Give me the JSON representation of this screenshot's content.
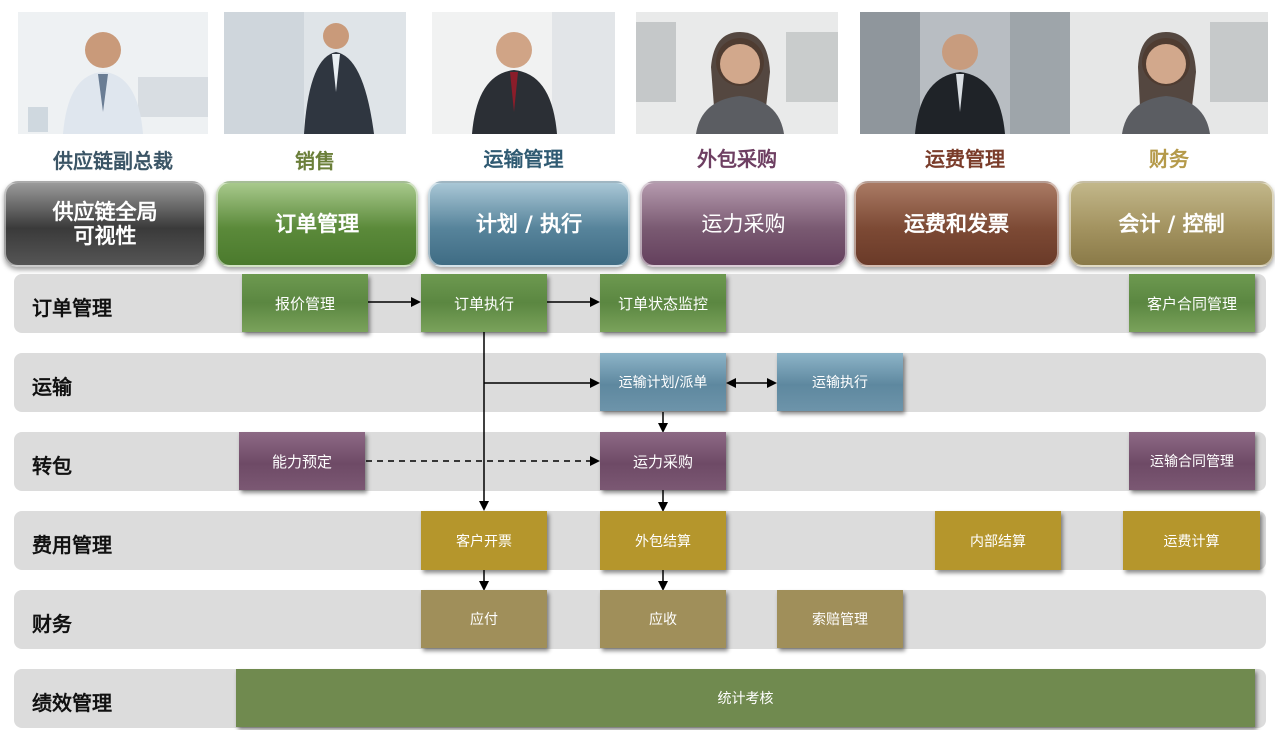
{
  "roles": [
    {
      "label": "供应链副总裁",
      "color": "#3b5566"
    },
    {
      "label": "销售",
      "color": "#6b7f3a"
    },
    {
      "label": "运输管理",
      "color": "#2f5a72"
    },
    {
      "label": "外包采购",
      "color": "#6e3f62"
    },
    {
      "label": "运费管理",
      "color": "#7a3c2a"
    },
    {
      "label": "财务",
      "color": "#b59a4a"
    }
  ],
  "modules": [
    {
      "label": "供应链全局\n可视性",
      "color": "#444444"
    },
    {
      "label": "订单管理",
      "color": "#5f8a3f"
    },
    {
      "label": "计划 / 执行",
      "color": "#57849b"
    },
    {
      "label": "运力采购",
      "color": "#7a5a72"
    },
    {
      "label": "运费和发票",
      "color": "#7d4a35"
    },
    {
      "label": "会计 / 控制",
      "color": "#a39360"
    }
  ],
  "lanes": [
    "订单管理",
    "运输",
    "转包",
    "费用管理",
    "财务",
    "绩效管理"
  ],
  "boxes": {
    "quote": "报价管理",
    "order_exec": "订单执行",
    "order_status": "订单状态监控",
    "customer_contract": "客户合同管理",
    "transport_plan": "运输计划/派单",
    "transport_exec": "运输执行",
    "capacity_booking": "能力预定",
    "capacity_purchase": "运力采购",
    "carrier_contract": "运输合同管理",
    "customer_invoice": "客户开票",
    "outsourced_settlement": "外包结算",
    "internal_settlement": "内部结算",
    "freight_calc": "运费计算",
    "payable": "应付",
    "receivable": "应收",
    "claims": "索赔管理",
    "kpi": "统计考核"
  }
}
